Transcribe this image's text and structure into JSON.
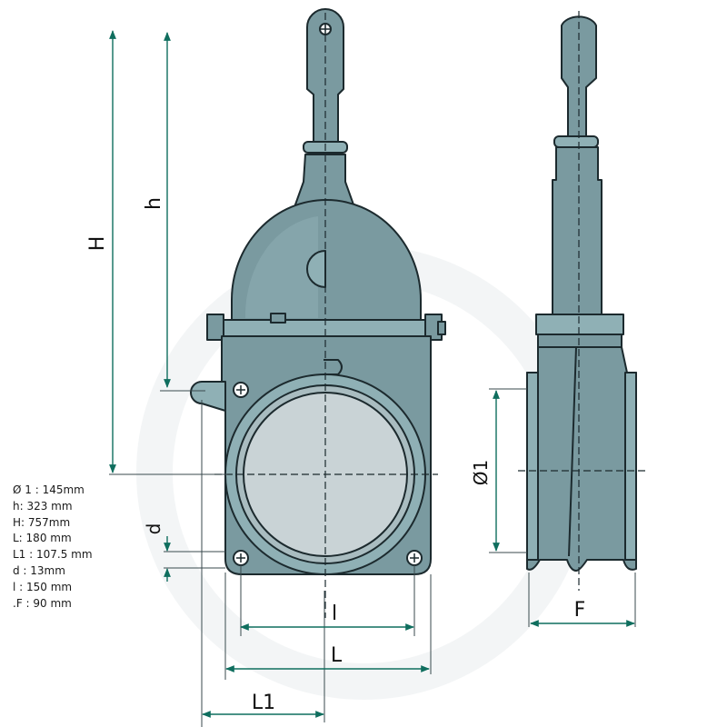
{
  "specs": [
    {
      "text": "Ø 1 : 145mm"
    },
    {
      "text": "h: 323 mm"
    },
    {
      "text": "H: 757mm"
    },
    {
      "text": "L: 180 mm"
    },
    {
      "text": "L1 : 107.5 mm"
    },
    {
      "text": "d : 13mm"
    },
    {
      "text": "l : 150 mm"
    },
    {
      "text": ".F : 90 mm"
    }
  ],
  "labels": {
    "H": "H",
    "h": "h",
    "d": "d",
    "l": "l",
    "L": "L",
    "L1": "L1",
    "D1": "Ø1",
    "F": "F"
  },
  "colors": {
    "body": "#7a9aa0",
    "body_light": "#8fb0b5",
    "outline": "#1c2a2e",
    "bore": "#c9d3d6",
    "dimension": "#0f6e5e"
  }
}
